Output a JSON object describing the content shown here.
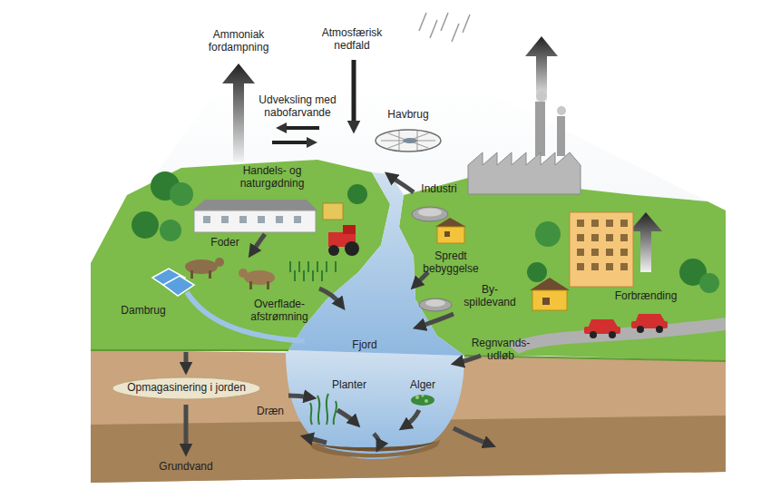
{
  "diagram": {
    "nodes": [
      {
        "text": [
          "Opmagasinering i jorden"
        ]
      }
    ],
    "labels": [
      "Ammoniak fordampning",
      "Atmosfærisk nedfald",
      "Udveksling med nabofarvande",
      "Havbrug",
      "Handels- og naturgødning",
      "Industri",
      "Foder",
      "Spredt bebyggelse",
      "By- spildevand",
      "Dambrug",
      "Overflade- afstrømning",
      "Forbrænding",
      "Fjord",
      "Regnvands- udløb",
      "Planter",
      "Alger",
      "Dræn",
      "Grundvand"
    ]
  }
}
